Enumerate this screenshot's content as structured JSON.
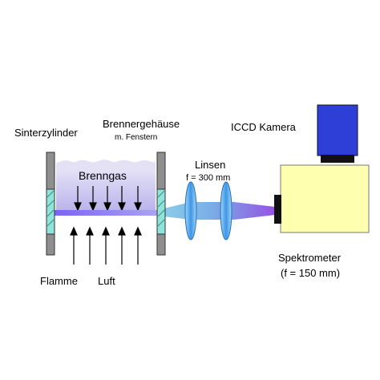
{
  "labels": {
    "sinterzylinder": "Sinterzylinder",
    "brennergehaeuse": "Brennergehäuse",
    "fenster": "m. Fenstern",
    "brenngas": "Brenngas",
    "flamme": "Flamme",
    "luft": "Luft",
    "linsen": "Linsen",
    "linsen_f": "f = 300 mm",
    "iccd": "ICCD Kamera",
    "spektrometer": "Spektrometer",
    "spektrometer_f": "(f = 150 mm)"
  },
  "colors": {
    "camera": "#2d3fd6",
    "spectrometer": "#ffffb0",
    "window": "#8fe3d8",
    "wall": "#8f8f8f",
    "flame": "#7a5cf0",
    "lens": "#5fb4f2"
  }
}
